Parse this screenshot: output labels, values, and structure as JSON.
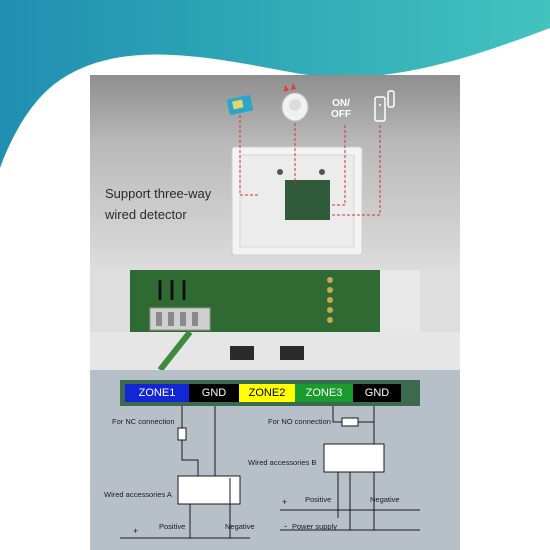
{
  "header": {
    "wave_color_start": "#1f8fb0",
    "wave_color_end": "#43c3be"
  },
  "product": {
    "support_line1": "Support three-way",
    "support_line2": "wired detector",
    "on_label": "ON/",
    "off_label": "OFF",
    "sim_label": "SIM"
  },
  "zone_bar": {
    "terminals": [
      {
        "label": "ZONE1",
        "bg": "#1326d6",
        "fg": "#ffffff"
      },
      {
        "label": "GND",
        "bg": "#000000",
        "fg": "#ffffff"
      },
      {
        "label": "ZONE2",
        "bg": "#ffff00",
        "fg": "#000000"
      },
      {
        "label": "ZONE3",
        "bg": "#1a9b2e",
        "fg": "#ffffff"
      },
      {
        "label": "GND",
        "bg": "#000000",
        "fg": "#ffffff"
      }
    ]
  },
  "wiring": {
    "nc_connection": "For NC connection",
    "no_connection": "For NO connection",
    "accessory_a": "Wired accessories A",
    "accessory_b": "Wired accessories B",
    "positive_a": "Positive",
    "negative_a": "Negative",
    "positive_b": "Positive",
    "negative_b": "Negative",
    "power_supply": "Power supply",
    "plus_a": "+",
    "plus_b": "+",
    "minus_b": "-"
  }
}
